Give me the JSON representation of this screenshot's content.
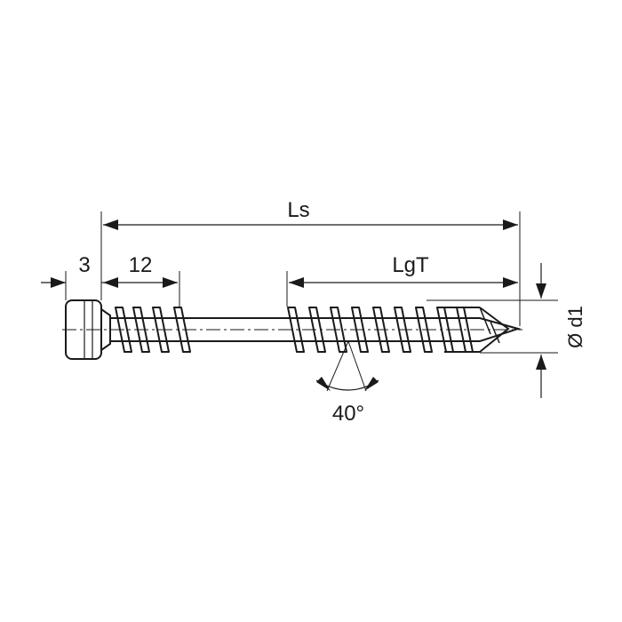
{
  "labels": {
    "overall_length": "Ls",
    "head_height": "3",
    "upper_thread_length": "12",
    "thread_length": "LgT",
    "diameter": "Ø d1",
    "point_angle": "40°"
  },
  "colors": {
    "line": "#1a1a1a",
    "background": "#ffffff"
  }
}
